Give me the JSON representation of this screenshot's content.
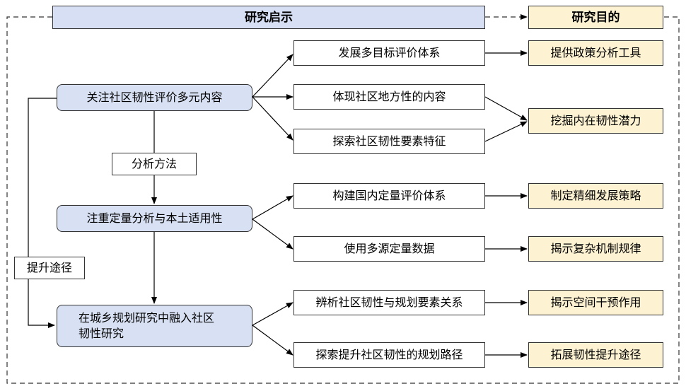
{
  "headers": {
    "inspiration": "研究启示",
    "goal": "研究目的"
  },
  "left": [
    "关注社区韧性评价多元内容",
    "注重定量分析与本土适用性",
    "在城乡规划研究中融入社区\n韧性研究"
  ],
  "middle": [
    "发展多目标评价体系",
    "体现社区地方性的内容",
    "探索社区韧性要素特征",
    "构建国内定量评价体系",
    "使用多源定量数据",
    "辨析社区韧性与规划要素关系",
    "探索提升社区韧性的规划路径"
  ],
  "goals": [
    "提供政策分析工具",
    "挖掘内在韧性潜力",
    "制定精细发展策略",
    "揭示复杂机制规律",
    "揭示空间干预作用",
    "拓展韧性提升途径"
  ],
  "labels": {
    "method": "分析方法",
    "promote": "提升途径"
  }
}
